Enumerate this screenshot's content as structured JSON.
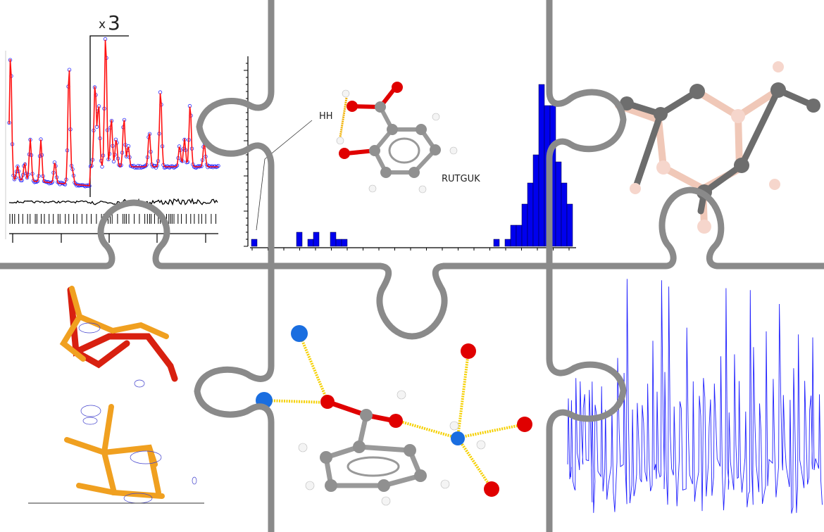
{
  "panels": {
    "powder_pattern": {
      "scale_label_x": "x",
      "scale_label_n": "3"
    },
    "histogram": {
      "hh_label": "HH",
      "refcode_label": "RUTGUK"
    }
  },
  "colors": {
    "puzzle": "#8a8a8a",
    "bars": "#0000ee",
    "observed": "#2a2aff",
    "calculated": "#ff1010",
    "oxygen": "#e00000",
    "carbon": "#8c8c8c",
    "hydrogen": "#f2f2f2",
    "nitrogen": "#1a6ee0",
    "hbond": "#f5d000",
    "stick_orange": "#f0a020",
    "stick_red": "#d82010",
    "spectrum": "#2020ff"
  },
  "chart_data": {
    "type": "bar",
    "title": "",
    "xlabel": "",
    "ylabel": "",
    "bin_index": [
      0,
      8,
      10,
      11,
      14,
      15,
      16,
      43,
      45,
      46,
      47,
      48,
      49,
      50,
      51,
      52,
      53,
      54,
      55,
      56
    ],
    "values": [
      1,
      2,
      1,
      2,
      2,
      1,
      1,
      1,
      1,
      3,
      3,
      6,
      9,
      13,
      23,
      20,
      20,
      12,
      9,
      6
    ],
    "ylim": [
      0,
      26
    ],
    "annotations": [
      "HH",
      "RUTGUK"
    ]
  }
}
